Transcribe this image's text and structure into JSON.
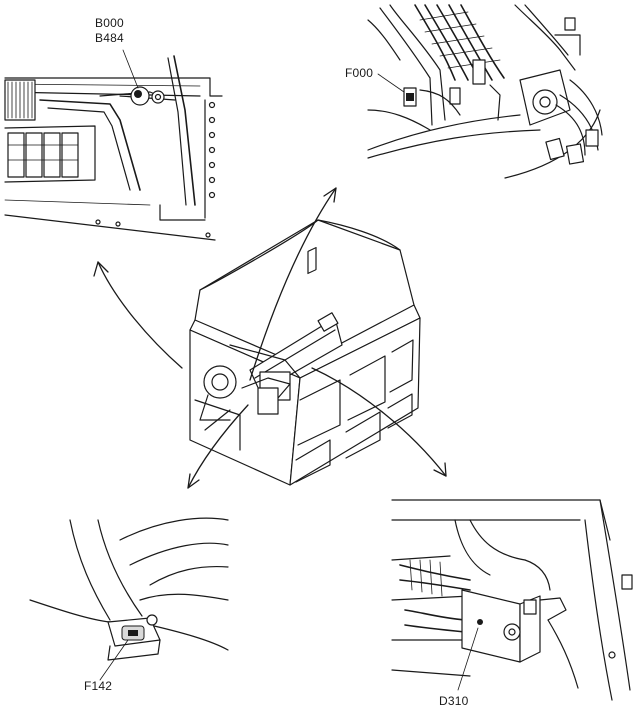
{
  "labels": {
    "b000": "B000",
    "b484": "B484",
    "f000": "F000",
    "f142": "F142",
    "d310": "D310"
  }
}
